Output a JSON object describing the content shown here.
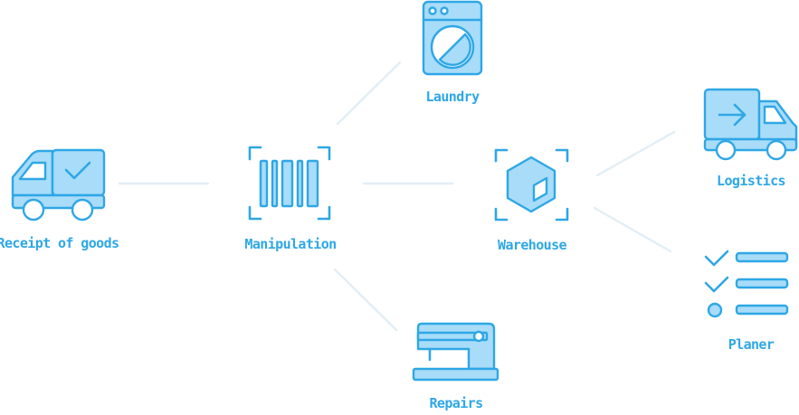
{
  "nodes": [
    {
      "id": "receipt",
      "label": "Receipt of goods",
      "icon": "delivery-truck-check-icon"
    },
    {
      "id": "manipulation",
      "label": "Manipulation",
      "icon": "barcode-scan-icon"
    },
    {
      "id": "laundry",
      "label": "Laundry",
      "icon": "washing-machine-icon"
    },
    {
      "id": "warehouse",
      "label": "Warehouse",
      "icon": "package-cube-icon"
    },
    {
      "id": "repairs",
      "label": "Repairs",
      "icon": "sewing-machine-icon"
    },
    {
      "id": "logistics",
      "label": "Logistics",
      "icon": "delivery-truck-arrow-icon"
    },
    {
      "id": "planer",
      "label": "Planer",
      "icon": "checklist-icon"
    }
  ],
  "edges": [
    {
      "from": "receipt",
      "to": "manipulation"
    },
    {
      "from": "manipulation",
      "to": "laundry"
    },
    {
      "from": "manipulation",
      "to": "warehouse"
    },
    {
      "from": "manipulation",
      "to": "repairs"
    },
    {
      "from": "warehouse",
      "to": "logistics"
    },
    {
      "from": "warehouse",
      "to": "planer"
    }
  ],
  "colors": {
    "accent": "#2ea7e6",
    "fill": "#a8dcf8",
    "connector": "#e2eef5"
  }
}
